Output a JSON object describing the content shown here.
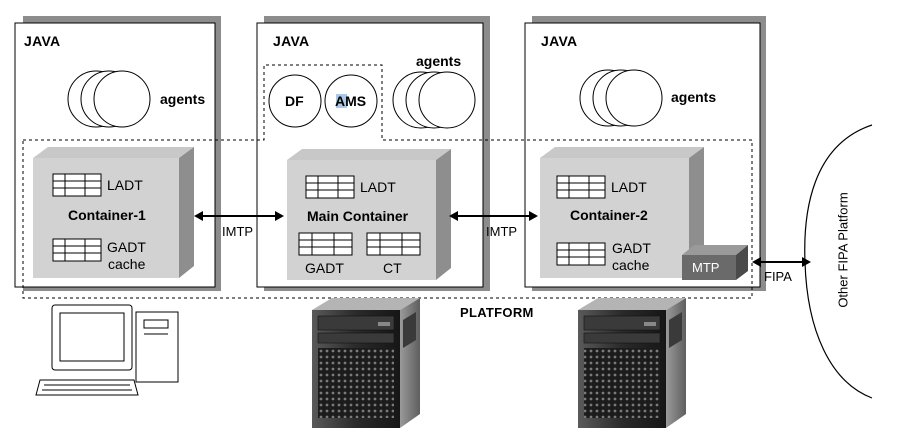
{
  "jvm_label": "JAVA",
  "agents_label": "agents",
  "df_label": "DF",
  "ams_label": "AMS",
  "ladt_label": "LADT",
  "gadt_label": "GADT",
  "cache_label": "cache",
  "ct_label": "CT",
  "container1_label": "Container-1",
  "main_container_label": "Main Container",
  "container2_label": "Container-2",
  "imtp_label": "IMTP",
  "mtp_label": "MTP",
  "fipa_label": "FIPA",
  "platform_label": "PLATFORM",
  "other_platform_label": "Other FIPA Platform"
}
